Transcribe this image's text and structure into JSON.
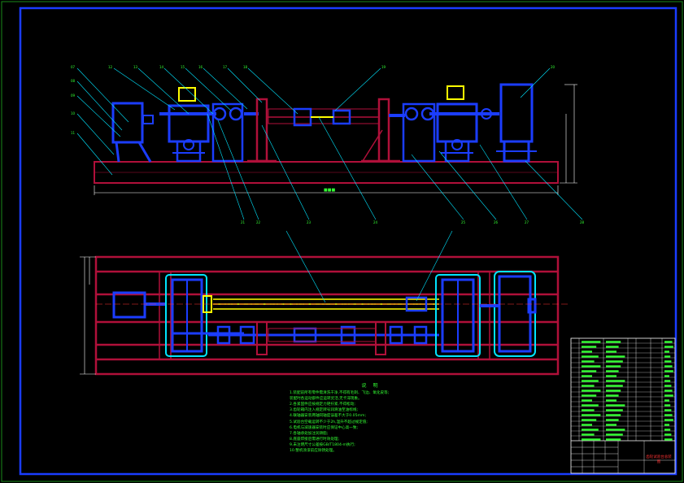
{
  "colors": {
    "frame": "#1a3cff",
    "base": "#b0103a",
    "motor": "#1b3dff",
    "gearbox_outline": "#00e5ff",
    "shaft": "#ffff00",
    "leader": "#00e5ff",
    "notes": "#33ff33",
    "tb_red": "#ff3333"
  },
  "balloons": [
    "07",
    "08",
    "09",
    "10",
    "11",
    "12",
    "13",
    "14",
    "15",
    "16",
    "17",
    "18",
    "19",
    "20",
    "21",
    "22",
    "23",
    "24",
    "25",
    "26",
    "27",
    "28"
  ],
  "notes": {
    "title": "说 明",
    "lines": [
      "1.装配前所有零件需清洗干净,不得有毛刺、飞边、氧化皮等;",
      "  装配时各运动部件应运转灵活,无卡滞现象。",
      "2.各紧固件应按规定力矩拧紧,不得松动;",
      "3.齿轮箱内注入规定牌号润滑油至油标线;",
      "4.联轴器安装两轴同轴度误差不大于0.05mm;",
      "5.试验台空载运转不少于2h,温升不超过规定值;",
      "6.电机与减速器安装时应保证中心高一致;",
      "7.各轴承处加注润滑脂;",
      "8.底座焊接后需进行时效处理;",
      "9.未注明尺寸公差按GB/T1804-m执行;",
      "10.整机涂漆前应除锈处理。"
    ]
  },
  "title_block": {
    "drawing_title": "齿轮试验台总装图"
  }
}
